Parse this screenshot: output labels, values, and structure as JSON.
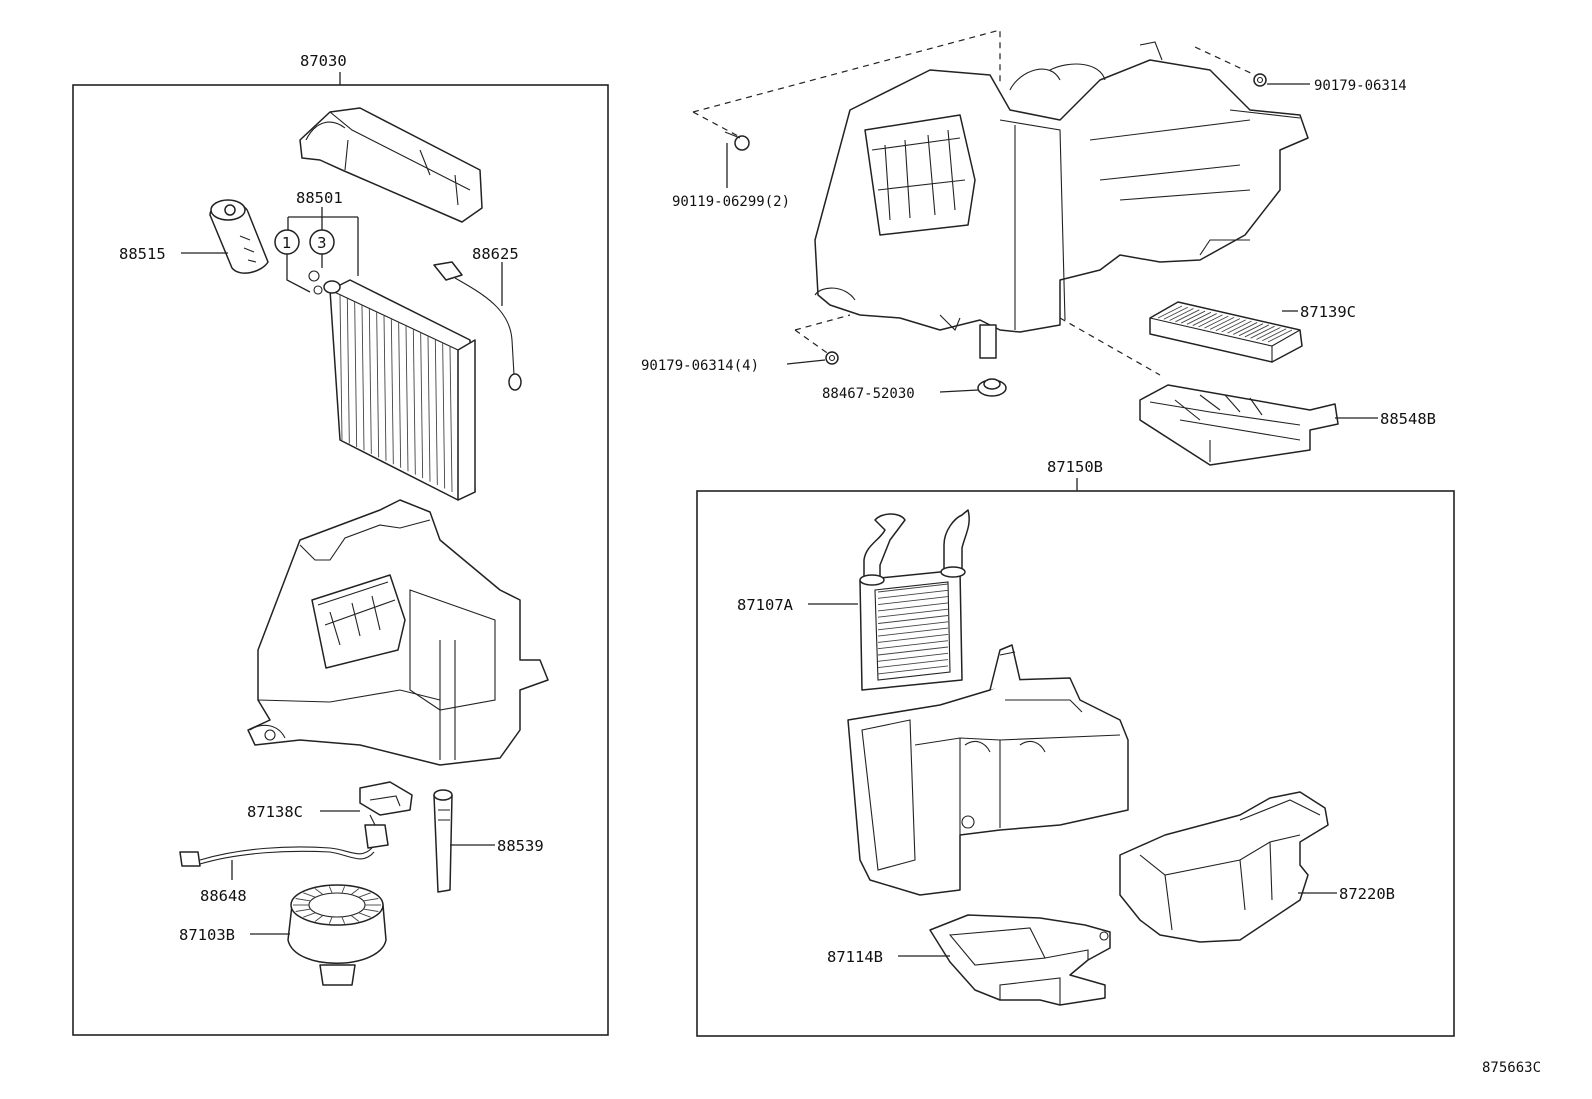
{
  "assemblies": {
    "left": {
      "part_no": "87030"
    },
    "right": {
      "part_no": "87150B"
    }
  },
  "callouts": {
    "c88501": "88501",
    "c88515": "88515",
    "c88625": "88625",
    "c87138C": "87138C",
    "c88539": "88539",
    "c88648": "88648",
    "c87103B": "87103B",
    "c90179_top": "90179-06314",
    "c90119": "90119-06299(2)",
    "c87139C": "87139C",
    "c90179_4": "90179-06314(4)",
    "c88467": "88467-52030",
    "c88548B": "88548B",
    "c87107A": "87107A",
    "c87220B": "87220B",
    "c87114B": "87114B"
  },
  "circled_refs": [
    "1",
    "3"
  ],
  "figure_code": "875663C"
}
